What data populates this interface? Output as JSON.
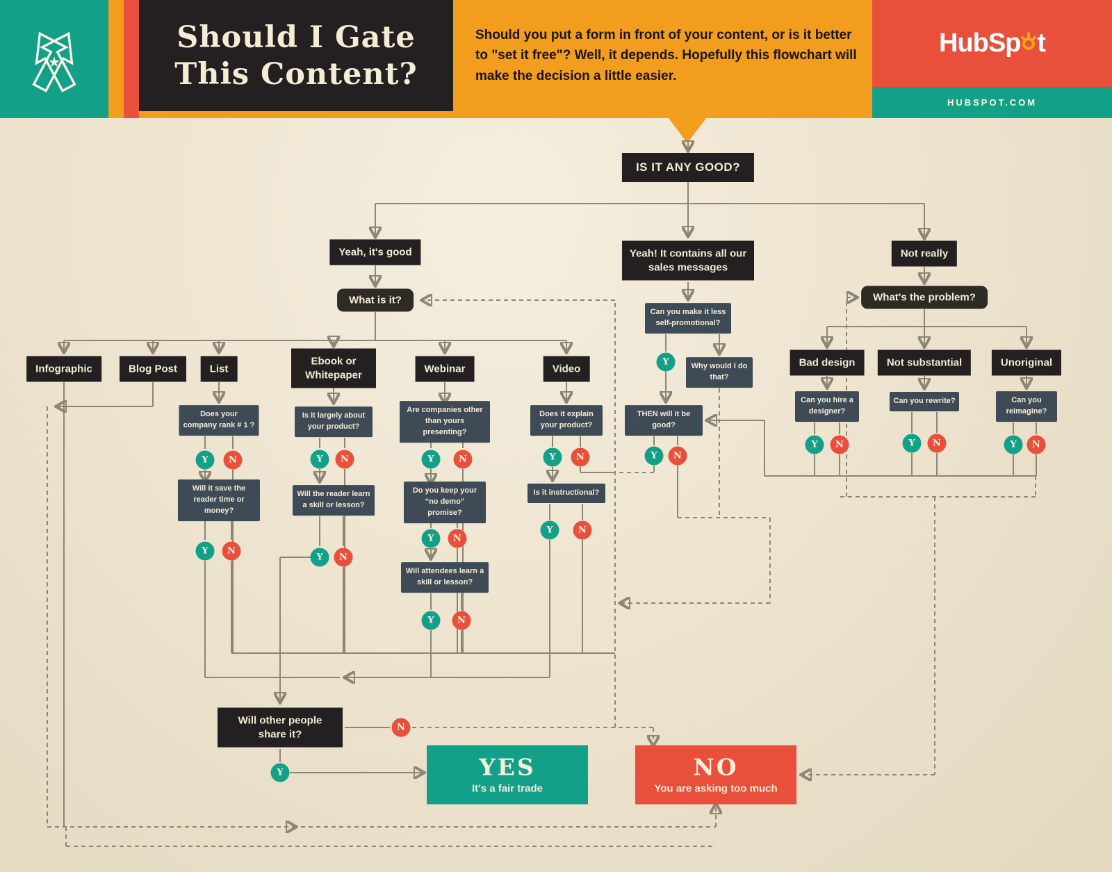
{
  "header": {
    "title_line1": "Should I Gate",
    "title_line2": "This Content?",
    "description": "Should you put a form in front of your content, or is it better to \"set it free\"? Well, it depends. Hopefully this flowchart will make the decision a little easier.",
    "brand_pre": "HubSp",
    "brand_post": "t",
    "site": "HUBSPOT.COM"
  },
  "colors": {
    "teal": "#12a188",
    "red": "#e8503c",
    "orange": "#f39d1e",
    "black": "#241f20",
    "slate": "#3e4a55",
    "darkpill": "#2e2a26",
    "cream": "#f5ecd6",
    "bg": "#f0e5cd",
    "line": "#8e8574"
  },
  "labels": {
    "yes": "Y",
    "no": "N"
  },
  "nodes": {
    "root": "IS IT ANY GOOD?",
    "good": "Yeah, it's good",
    "sales": "Yeah! It contains all our sales messages",
    "not_really": "Not really",
    "what_is_it": "What is it?",
    "whats_problem": "What's the problem?",
    "infographic": "Infographic",
    "blog_post": "Blog Post",
    "list": "List",
    "ebook": "Ebook or Whitepaper",
    "webinar": "Webinar",
    "video": "Video",
    "less_promo": "Can you make it less self-promotional?",
    "why_would": "Why would I do that?",
    "then_good": "THEN will it be good?",
    "rank1": "Does your company rank # 1 ?",
    "save_time": "Will it save the reader time or money?",
    "largely_product": "Is it largely about your product?",
    "learn_skill": "Will the reader learn a skill or lesson?",
    "other_companies": "Are companies other than yours presenting?",
    "no_demo": "Do you keep your “no demo” promise?",
    "attendees_learn": "Will attendees learn a skill or lesson?",
    "explain_product": "Does it explain your product?",
    "instructional": "Is it instructional?",
    "bad_design": "Bad design",
    "not_substantial": "Not substantial",
    "unoriginal": "Unoriginal",
    "hire_designer": "Can you hire a designer?",
    "rewrite": "Can you rewrite?",
    "reimagine": "Can you reimagine?",
    "share": "Will other people share it?",
    "yes_title": "YES",
    "yes_sub": "It's a fair trade",
    "no_title": "NO",
    "no_sub": "You are asking too much"
  }
}
